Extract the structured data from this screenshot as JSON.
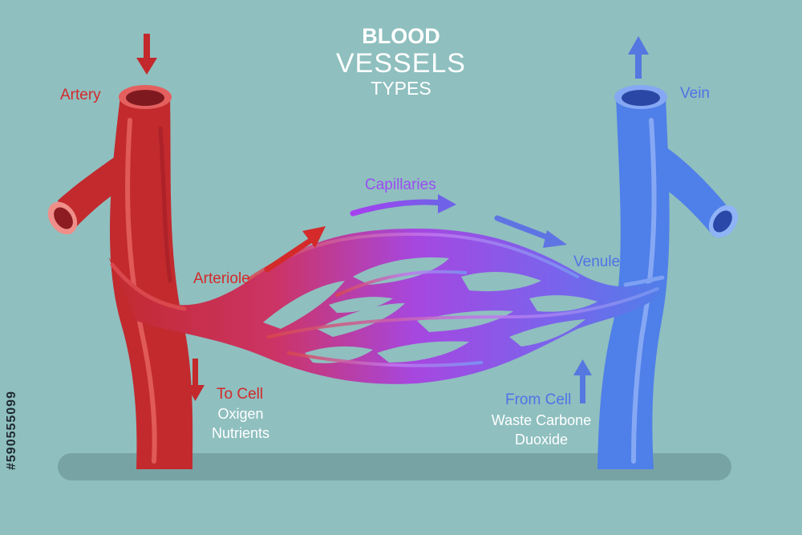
{
  "title": {
    "line1": "BLOOD",
    "line2": "VESSELS",
    "line3": "TYPES"
  },
  "labels": {
    "artery": "Artery",
    "vein": "Vein",
    "arteriole": "Arteriole",
    "capillaries": "Capillaries",
    "venule": "Venule",
    "to_cell": "To Cell",
    "to_cell_items": [
      "Oxigen",
      "Nutrients"
    ],
    "from_cell": "From Cell",
    "from_cell_items": [
      "Waste Carbone",
      "Duoxide"
    ]
  },
  "stock_id": "#590555099",
  "colors": {
    "background": "#8fbfbf",
    "artery": "#c22a2e",
    "vein": "#4f7fe8",
    "capillary": "#a647e0",
    "label_red": "#d42a2a",
    "label_purple": "#9b4df2",
    "label_blue": "#4f73e6"
  }
}
